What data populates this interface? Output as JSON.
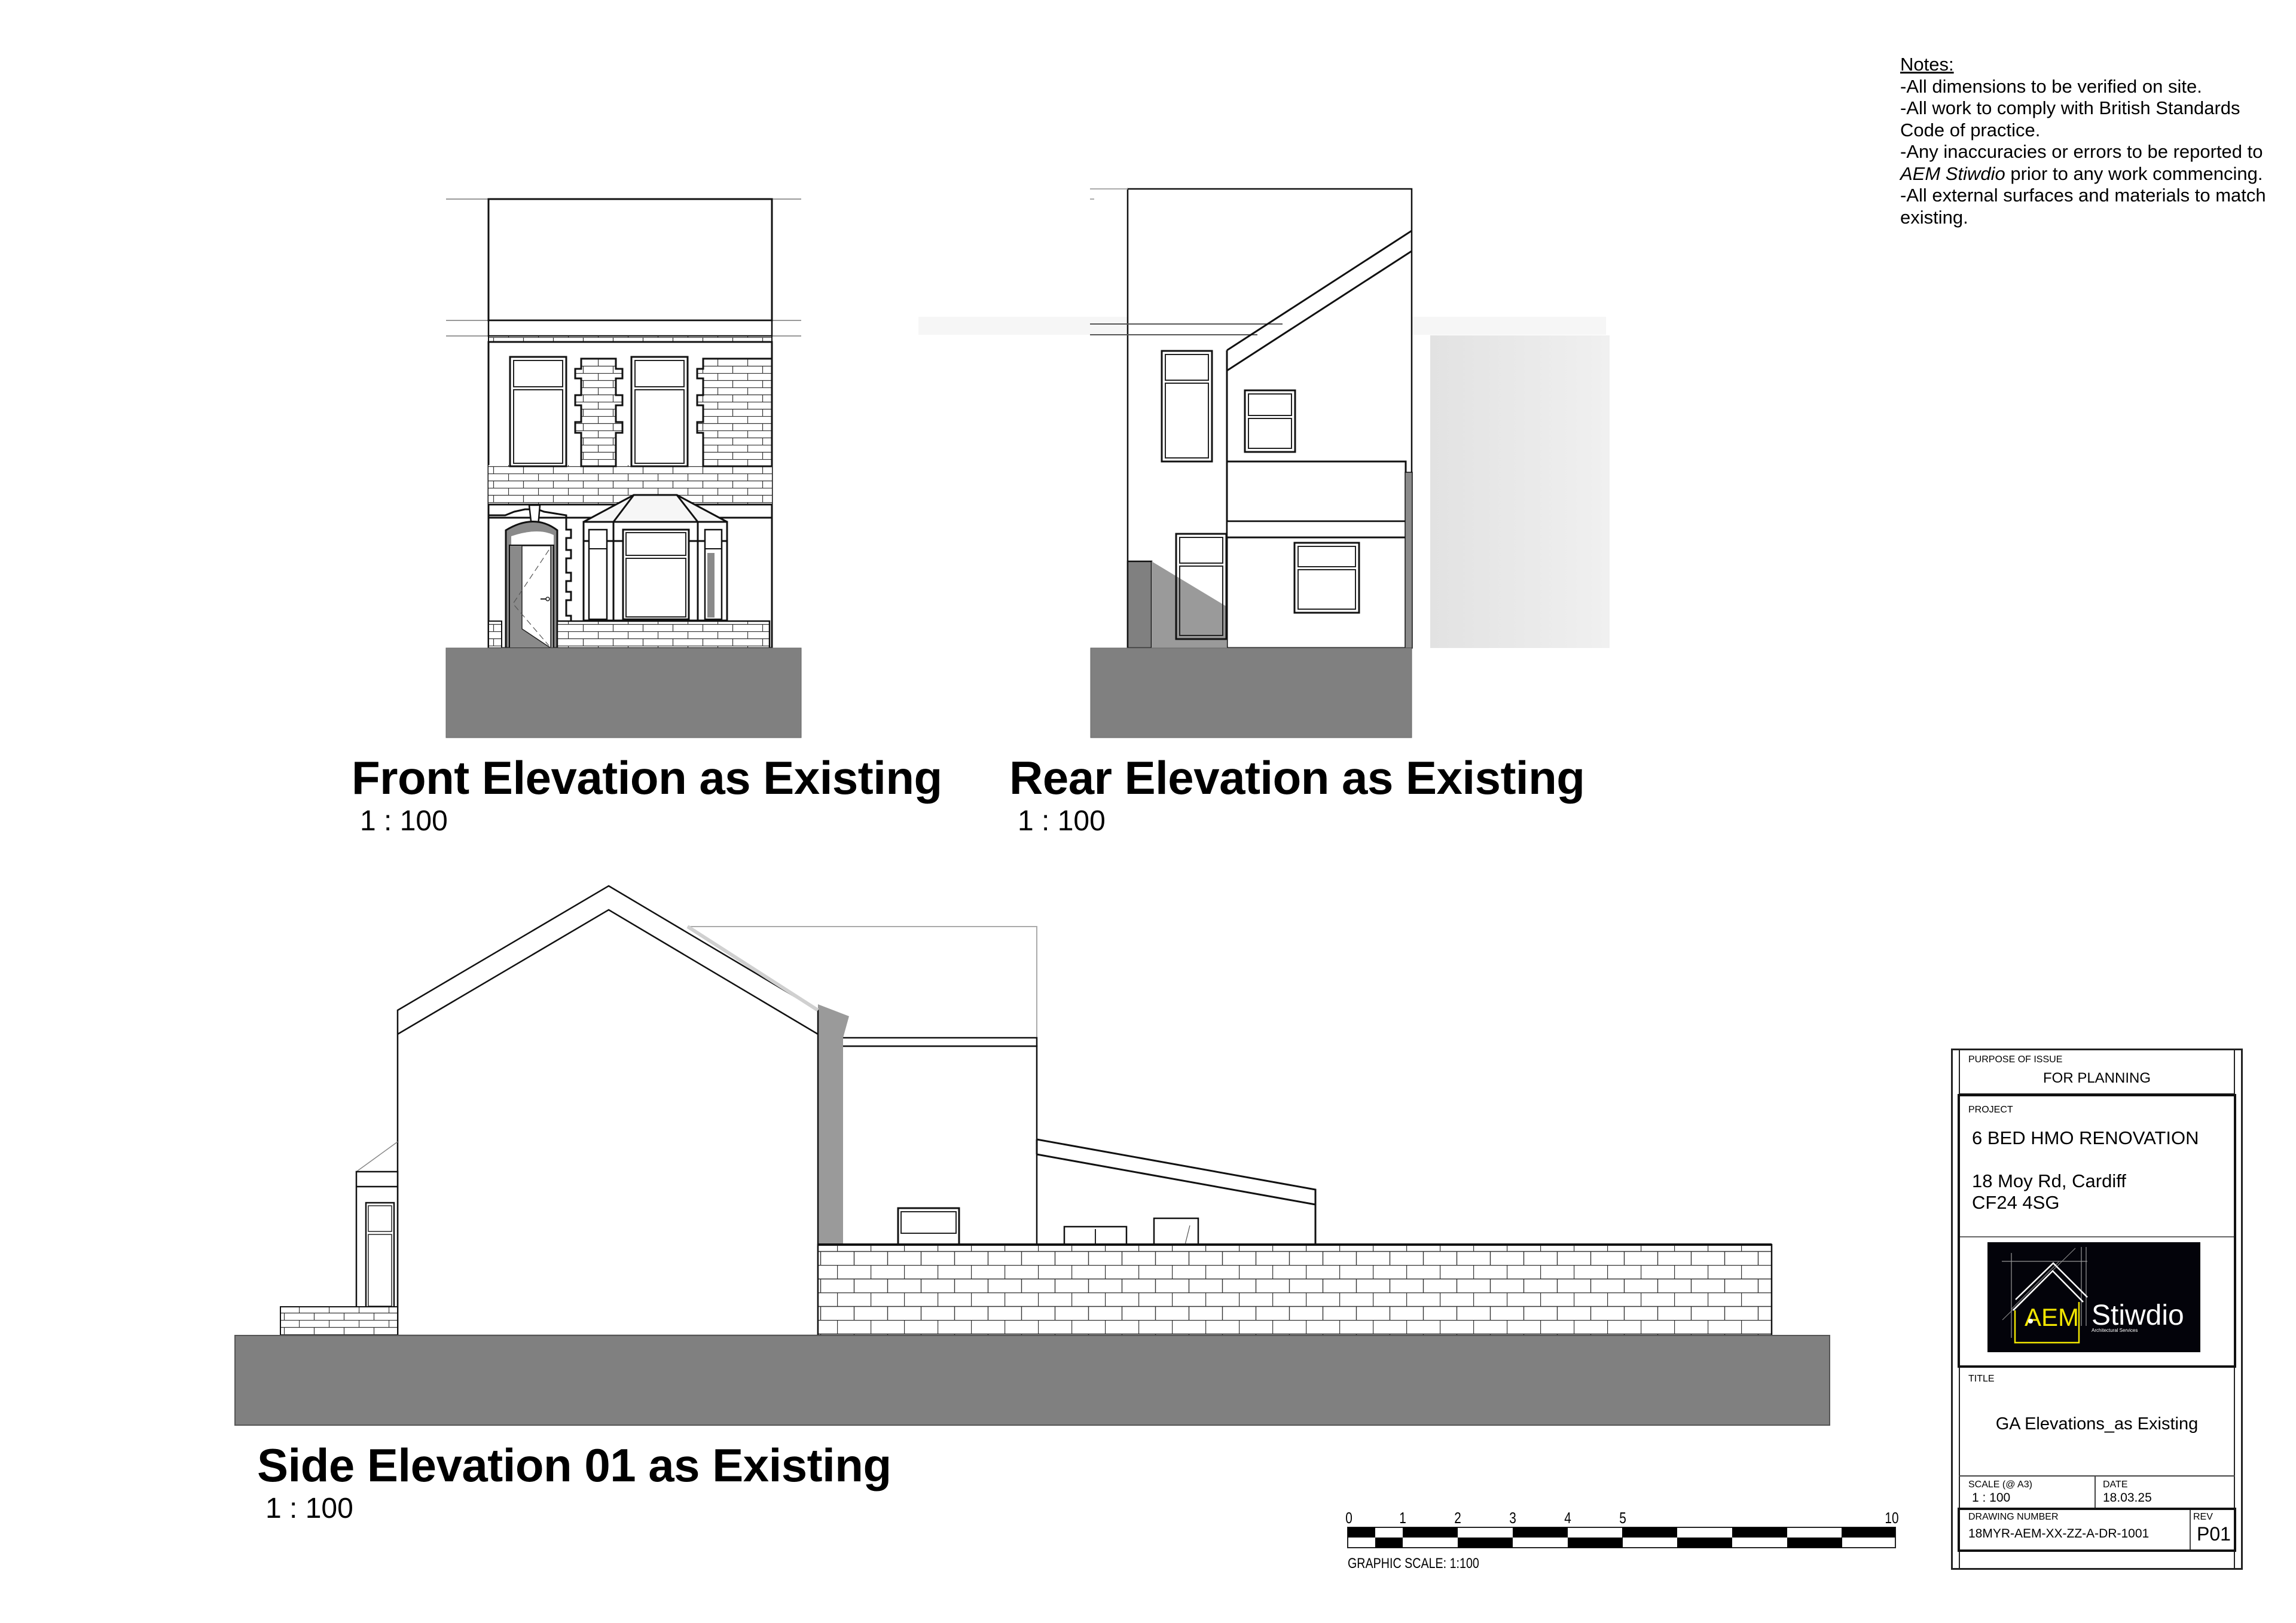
{
  "notes": {
    "heading": "Notes:",
    "lines": [
      "-All dimensions to be verified on site.",
      "-All work to comply with British Standards",
      "Code of practice.",
      "-Any inaccuracies or errors to be reported to"
    ],
    "company_italic": "AEM Stiwdio",
    "line_after_company": " prior to any work commencing.",
    "lines_end": [
      "-All external surfaces and materials to match",
      "existing."
    ]
  },
  "views": {
    "front": {
      "title": "Front Elevation as Existing",
      "scale": "1 : 100"
    },
    "rear": {
      "title": "Rear Elevation as Existing",
      "scale": "1 : 100"
    },
    "side": {
      "title": "Side Elevation 01 as Existing",
      "scale": "1 : 100"
    }
  },
  "scale_bar": {
    "ticks": [
      "0",
      "1",
      "2",
      "3",
      "4",
      "5",
      "10"
    ],
    "label": "GRAPHIC SCALE: 1:100"
  },
  "title_block": {
    "purpose_label": "PURPOSE OF ISSUE",
    "purpose_value": "FOR PLANNING",
    "project_label": "PROJECT",
    "project_name": "6 BED HMO RENOVATION",
    "address_line1": "18 Moy Rd, Cardiff",
    "address_line2": "CF24 4SG",
    "logo": {
      "mark": "AEM",
      "name": "Stiwdio",
      "tagline": "Architectural Services",
      "accent_color": "#f2e600",
      "background_color": "#03030a"
    },
    "title_label": "TITLE",
    "title_value": "GA Elevations_as Existing",
    "scale_label": "SCALE (@ A3)",
    "scale_value": "1 : 100",
    "date_label": "DATE",
    "date_value": "18.03.25",
    "drawing_number_label": "DRAWING NUMBER",
    "drawing_number_value": "18MYR-AEM-XX-ZZ-A-DR-1001",
    "rev_label": "REV",
    "rev_value": "P01"
  },
  "colors": {
    "ground": "#808080",
    "shadow": "#9a9a9a",
    "line": "#111111"
  }
}
